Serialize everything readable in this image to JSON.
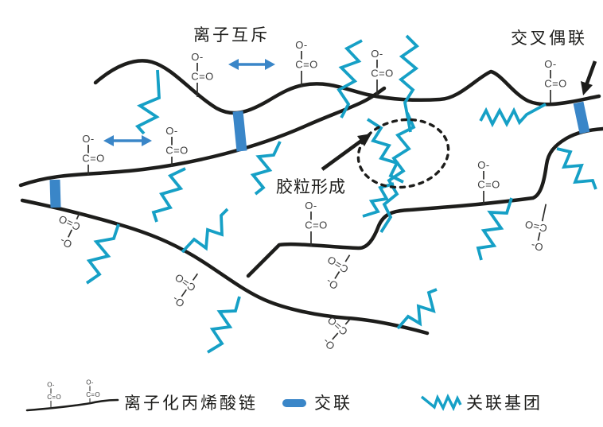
{
  "annotations": {
    "ionic_repulsion": "离子互斥",
    "cross_coupling": "交叉偶联",
    "micelle_formation": "胶粒形成"
  },
  "chem": {
    "o_minus": "O-",
    "c_double_o": "C=O"
  },
  "legend": {
    "chain_label": "离子化丙烯酸链",
    "crosslink_label": "交联",
    "associative_label": "关联基团"
  },
  "colors": {
    "chain_black": "#1d1d1b",
    "crosslink_blue": "#3a86c8",
    "associative_cyan": "#16a0c6",
    "repulsion_arrow_blue": "#3a86c8"
  }
}
